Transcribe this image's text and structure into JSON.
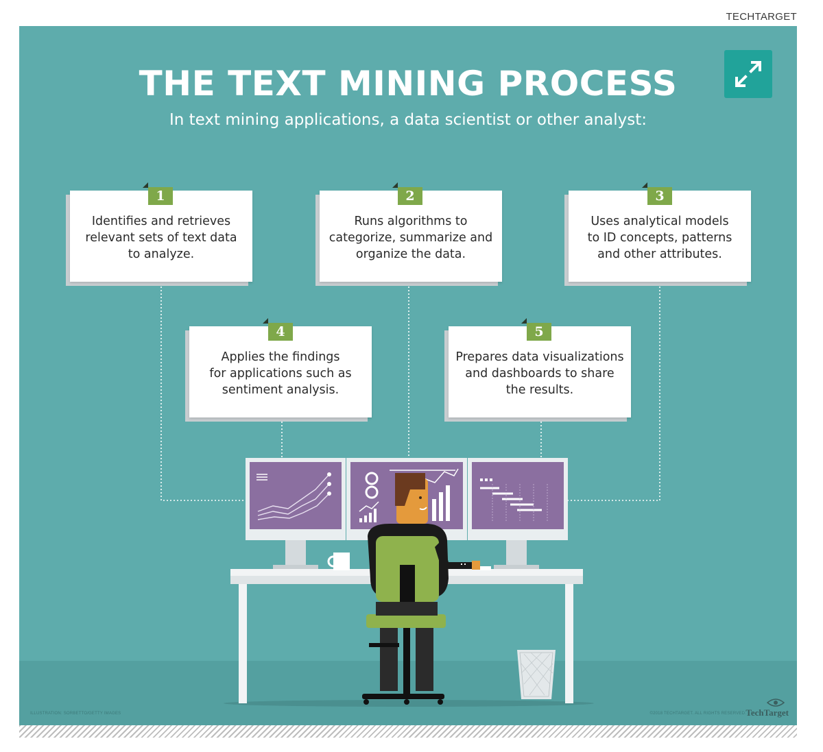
{
  "brand": "TECHTARGET",
  "title": "THE TEXT MINING PROCESS",
  "subtitle": "In text mining applications, a data scientist or other analyst:",
  "steps": [
    {
      "number": "1",
      "text": "Identifies and retrieves\nrelevant sets of text data\nto analyze."
    },
    {
      "number": "2",
      "text": "Runs algorithms to\ncategorize, summarize and\norganize the data."
    },
    {
      "number": "3",
      "text": "Uses analytical models\nto ID concepts, patterns\nand other attributes."
    },
    {
      "number": "4",
      "text": "Applies the findings\nfor applications such as\nsentiment analysis."
    },
    {
      "number": "5",
      "text": "Prepares data visualizations\nand dashboards to share\nthe results."
    }
  ],
  "credit_left": "ILLUSTRATION: SORBETTO/GETTY IMAGES",
  "credit_right": "©2018 TECHTARGET. ALL RIGHTS RESERVED.",
  "logo": "TechTarget",
  "icons": {
    "expand": "expand-arrows-icon",
    "logo": "eye-logo-icon"
  },
  "colors": {
    "background": "#5eacac",
    "number_tab": "#7fa84a",
    "expand_button": "#21a39a",
    "screen": "#8b6fa0",
    "shirt": "#8fb24d"
  }
}
